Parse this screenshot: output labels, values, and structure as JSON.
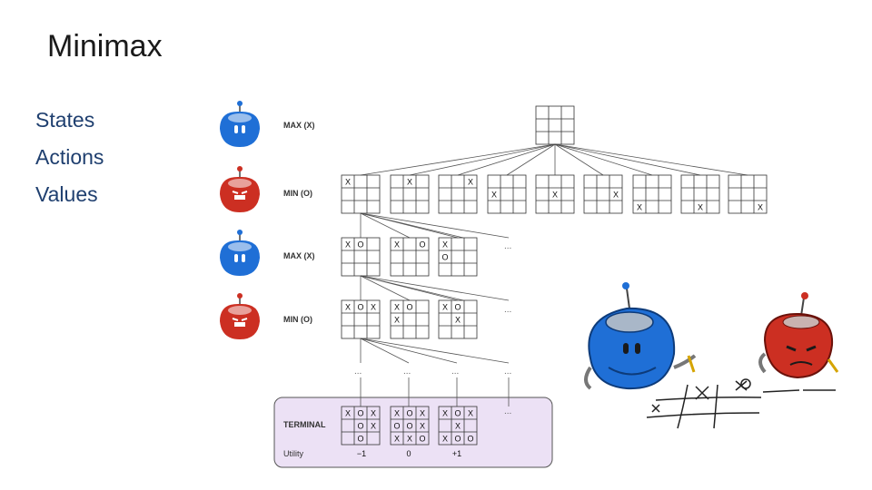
{
  "title": "Minimax",
  "bullets": [
    "States",
    "Actions",
    "Values"
  ],
  "levels": [
    "MAX (X)",
    "MIN (O)",
    "MAX (X)",
    "MIN (O)"
  ],
  "terminal_label": "TERMINAL",
  "utility_label": "Utility",
  "ellipsis": "...",
  "boards": {
    "root": [
      [
        "",
        "",
        ""
      ],
      [
        "",
        "",
        ""
      ],
      [
        "",
        "",
        ""
      ]
    ],
    "level1": [
      [
        [
          "X",
          "",
          ""
        ],
        [
          "",
          "",
          ""
        ],
        [
          "",
          "",
          ""
        ]
      ],
      [
        [
          "",
          "X",
          ""
        ],
        [
          "",
          "",
          ""
        ],
        [
          "",
          "",
          ""
        ]
      ],
      [
        [
          "",
          "",
          "X"
        ],
        [
          "",
          "",
          ""
        ],
        [
          "",
          "",
          ""
        ]
      ],
      [
        [
          "",
          "",
          ""
        ],
        [
          "X",
          "",
          ""
        ],
        [
          "",
          "",
          ""
        ]
      ],
      [
        [
          "",
          "",
          ""
        ],
        [
          "",
          "X",
          ""
        ],
        [
          "",
          "",
          ""
        ]
      ],
      [
        [
          "",
          "",
          ""
        ],
        [
          "",
          "",
          "X"
        ],
        [
          "",
          "",
          ""
        ]
      ],
      [
        [
          "",
          "",
          ""
        ],
        [
          "",
          "",
          ""
        ],
        [
          "X",
          "",
          ""
        ]
      ],
      [
        [
          "",
          "",
          ""
        ],
        [
          "",
          "",
          ""
        ],
        [
          "",
          "X",
          ""
        ]
      ],
      [
        [
          "",
          "",
          ""
        ],
        [
          "",
          "",
          ""
        ],
        [
          "",
          "",
          "X"
        ]
      ]
    ],
    "level2": [
      [
        [
          "X",
          "O",
          ""
        ],
        [
          "",
          "",
          ""
        ],
        [
          "",
          "",
          ""
        ]
      ],
      [
        [
          "X",
          "",
          "O"
        ],
        [
          "",
          "",
          ""
        ],
        [
          "",
          "",
          ""
        ]
      ],
      [
        [
          "X",
          "",
          ""
        ],
        [
          "O",
          "",
          ""
        ],
        [
          "",
          "",
          ""
        ]
      ]
    ],
    "level3": [
      [
        [
          "X",
          "O",
          "X"
        ],
        [
          "",
          "",
          ""
        ],
        [
          "",
          "",
          ""
        ]
      ],
      [
        [
          "X",
          "O",
          ""
        ],
        [
          "X",
          "",
          ""
        ],
        [
          "",
          "",
          ""
        ]
      ],
      [
        [
          "X",
          "O",
          ""
        ],
        [
          "",
          "X",
          ""
        ],
        [
          "",
          "",
          ""
        ]
      ]
    ],
    "terminal": [
      [
        [
          "X",
          "O",
          "X"
        ],
        [
          "",
          "O",
          "X"
        ],
        [
          "",
          "O",
          ""
        ]
      ],
      [
        [
          "X",
          "O",
          "X"
        ],
        [
          "O",
          "O",
          "X"
        ],
        [
          "X",
          "X",
          "O"
        ]
      ],
      [
        [
          "X",
          "O",
          "X"
        ],
        [
          "",
          "X",
          ""
        ],
        [
          "X",
          "O",
          "O"
        ]
      ]
    ]
  },
  "utilities": [
    "−1",
    "0",
    "+1"
  ],
  "colors": {
    "max_robot": "#1f6fd6",
    "min_robot": "#cc2f22",
    "terminal_bg": "#ece1f5",
    "terminal_border": "#555555"
  },
  "icons": [
    "max-robot-icon",
    "min-robot-icon"
  ]
}
